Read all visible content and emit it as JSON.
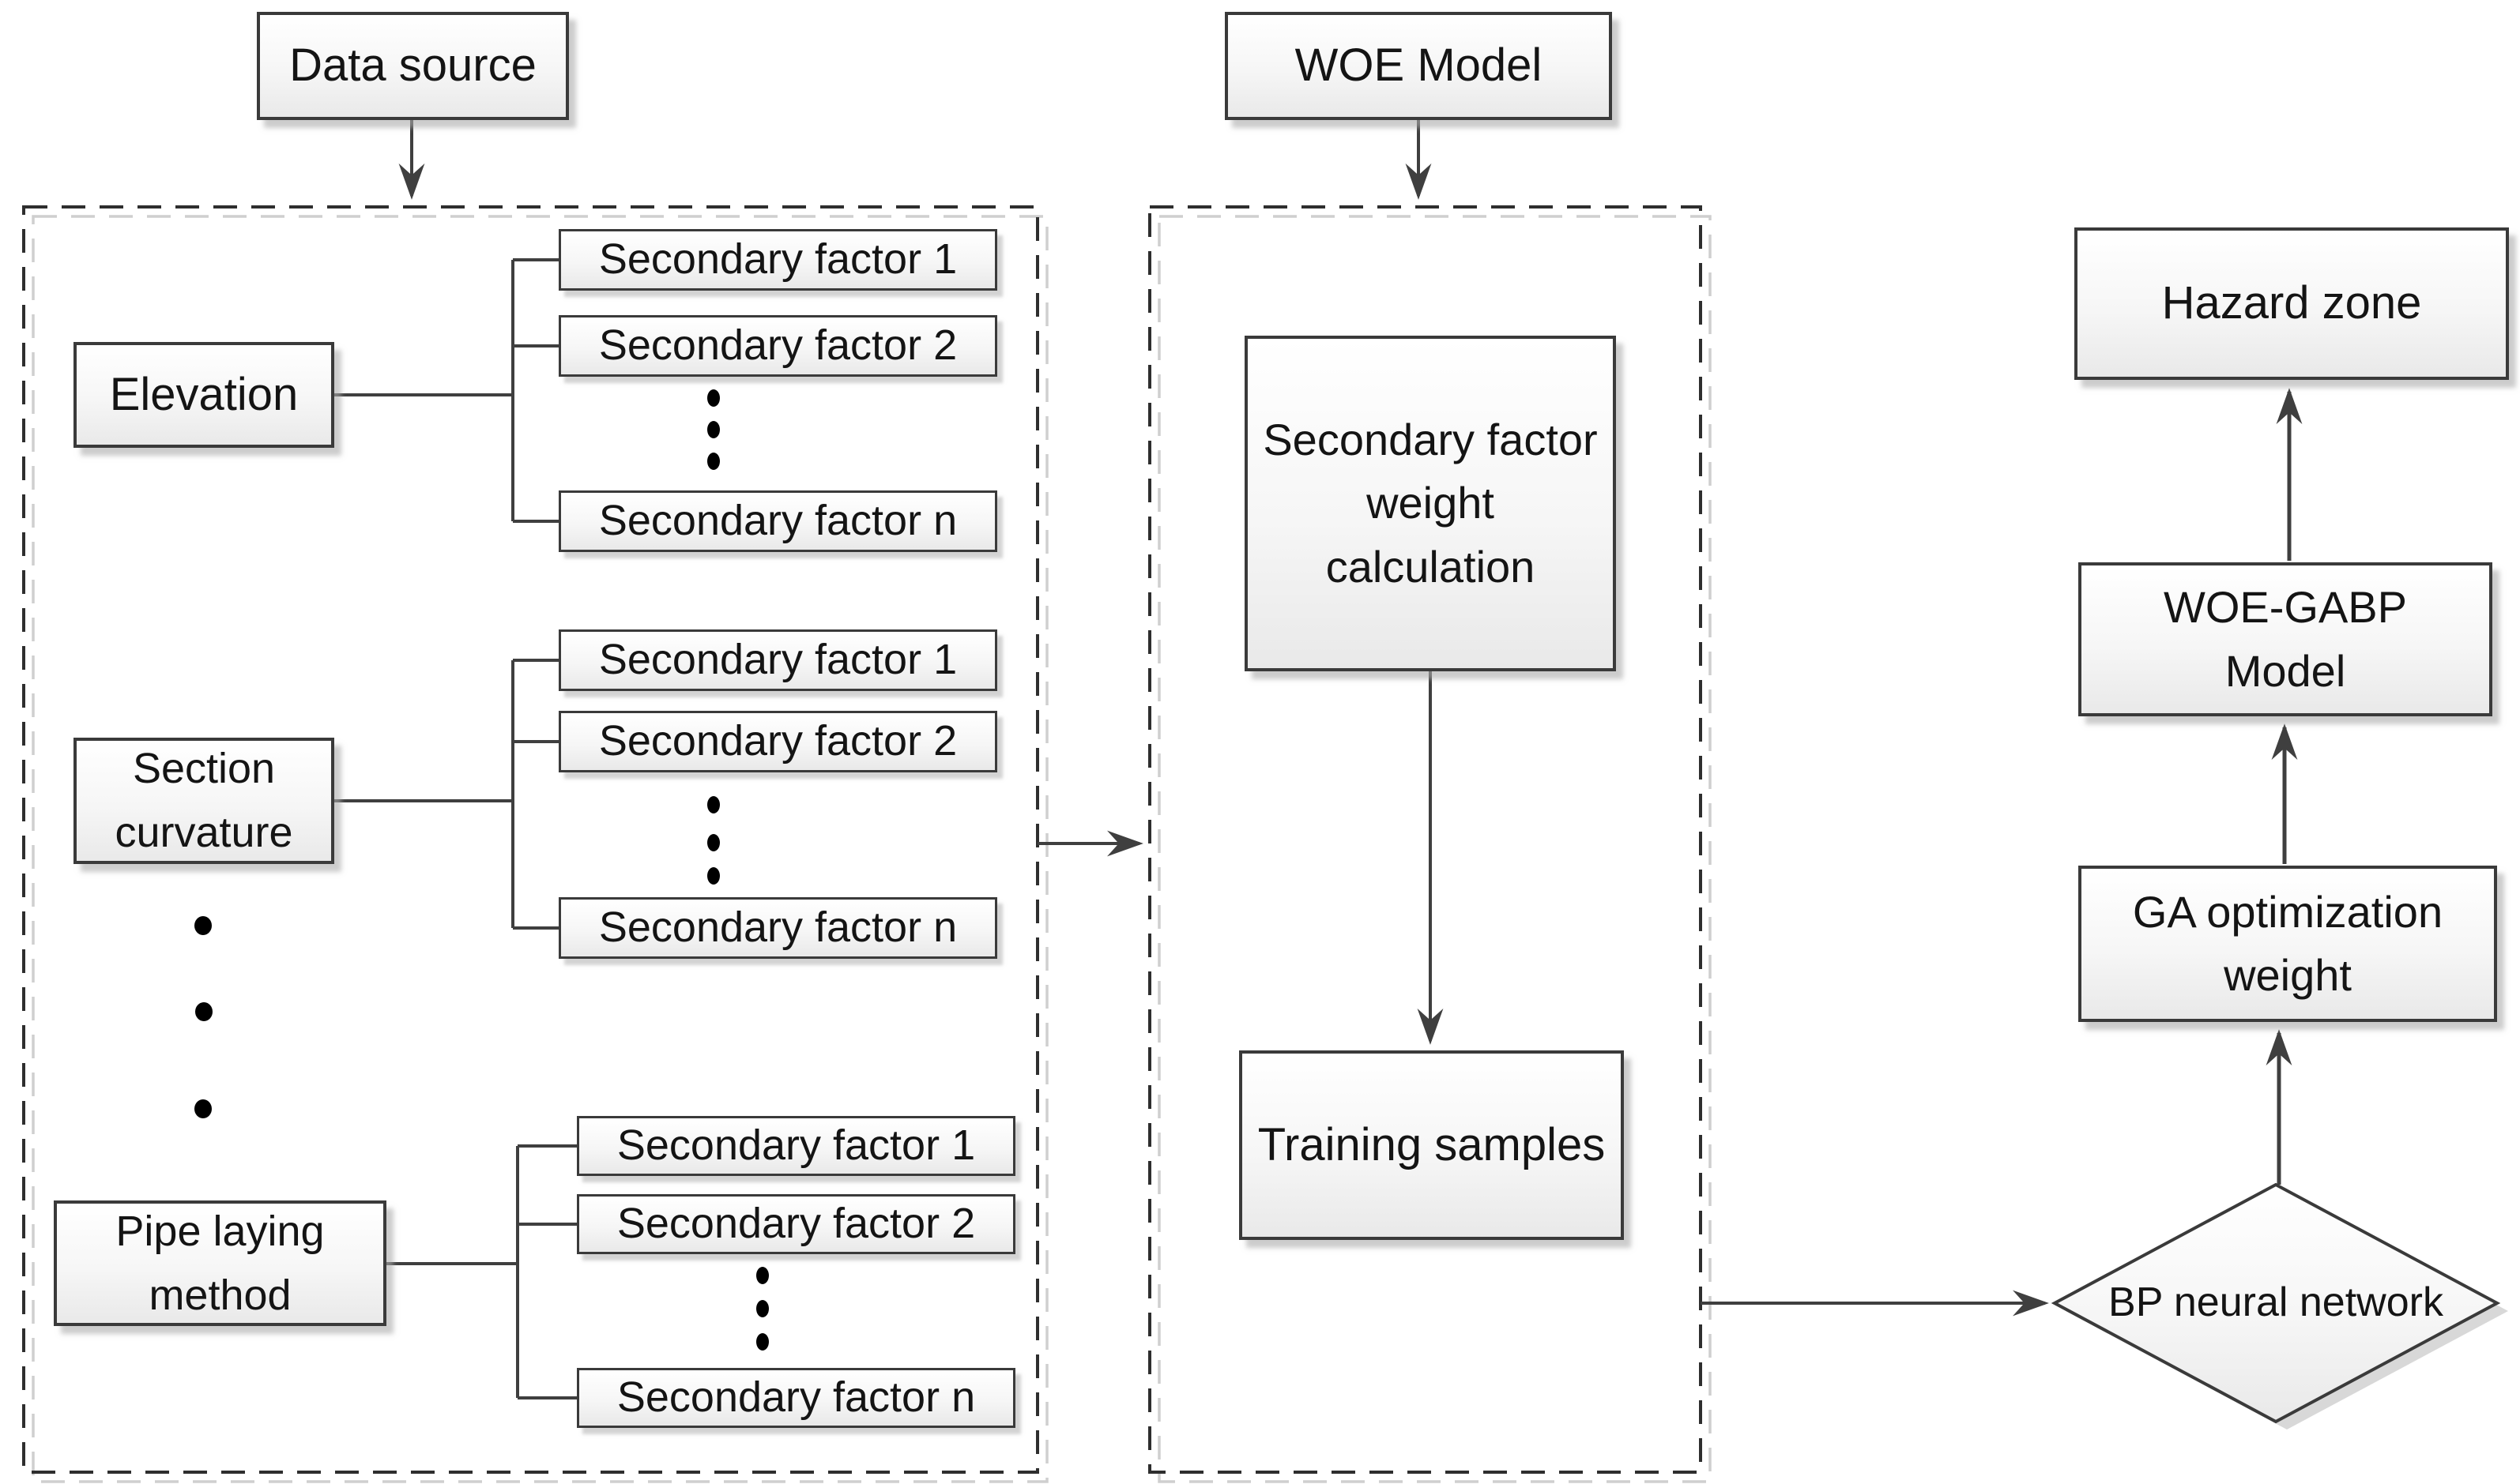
{
  "figure": {
    "type": "flowchart",
    "colors": {
      "background": "#ffffff",
      "connector": "#3f3f3f",
      "box_border": "#3a3a3a",
      "box_fill_top": "#ffffff",
      "box_fill_bottom": "#e9e9e9",
      "dashed_border": "#2e2e2e",
      "dashed_shadow": "#cfcfcf",
      "shadow": "#aaaaaa",
      "text": "#141414"
    },
    "sources": {
      "data_source": {
        "label": "Data source"
      },
      "woe_model": {
        "label": "WOE Model"
      }
    },
    "factor_panel": {
      "groups": [
        {
          "id": "elevation",
          "label_lines": [
            "Elevation"
          ],
          "secondary_factors": [
            "Secondary factor 1",
            "Secondary factor 2",
            "Secondary factor n"
          ]
        },
        {
          "id": "section-curvature",
          "label_lines": [
            "Section",
            "curvature"
          ],
          "secondary_factors": [
            "Secondary factor 1",
            "Secondary factor 2",
            "Secondary factor n"
          ]
        },
        {
          "id": "pipe-laying-method",
          "label_lines": [
            "Pipe laying",
            "method"
          ],
          "secondary_factors": [
            "Secondary factor 1",
            "Secondary factor 2",
            "Secondary factor n"
          ]
        }
      ]
    },
    "woe_panel": {
      "weight_calculation_lines": [
        "Secondary factor",
        "weight",
        "calculation"
      ],
      "training_samples_label": "Training samples"
    },
    "output_chain": {
      "bp_neural_network_label": "BP neural network",
      "ga_optimization_lines": [
        "GA optimization",
        "weight"
      ],
      "woe_gabp_lines": [
        "WOE-GABP",
        "Model"
      ],
      "hazard_zone_label": "Hazard zone"
    }
  }
}
